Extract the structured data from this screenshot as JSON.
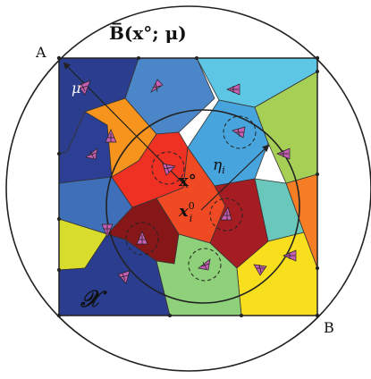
{
  "labels": {
    "ball": "B̅(x°; μ)",
    "corner_a": "A",
    "corner_b": "B",
    "mu": "μ",
    "eta": "η",
    "eta_sub": "i",
    "x_circ": "x°",
    "x_zero": "x",
    "x_zero_sup": "0",
    "x_zero_sub": "i",
    "domain": "𝒳"
  },
  "colors": {
    "dark_blue": "#2a3d8f",
    "mid_blue": "#3f6fb8",
    "steel_blue": "#4a86c8",
    "sky_blue": "#48a4dc",
    "cyan": "#5cc6e4",
    "teal": "#6ac7bb",
    "lime": "#a6cf55",
    "yellow": "#f8df1e",
    "lemon": "#d8dc2c",
    "orange": "#f7941d",
    "deep_orange": "#f57e25",
    "red": "#ef3124",
    "red_orange": "#f04a24",
    "dark_red": "#a51d22",
    "maroon": "#861719",
    "light_green": "#8fd07a",
    "marker_fill": "#c65fb3",
    "line": "#222222"
  }
}
